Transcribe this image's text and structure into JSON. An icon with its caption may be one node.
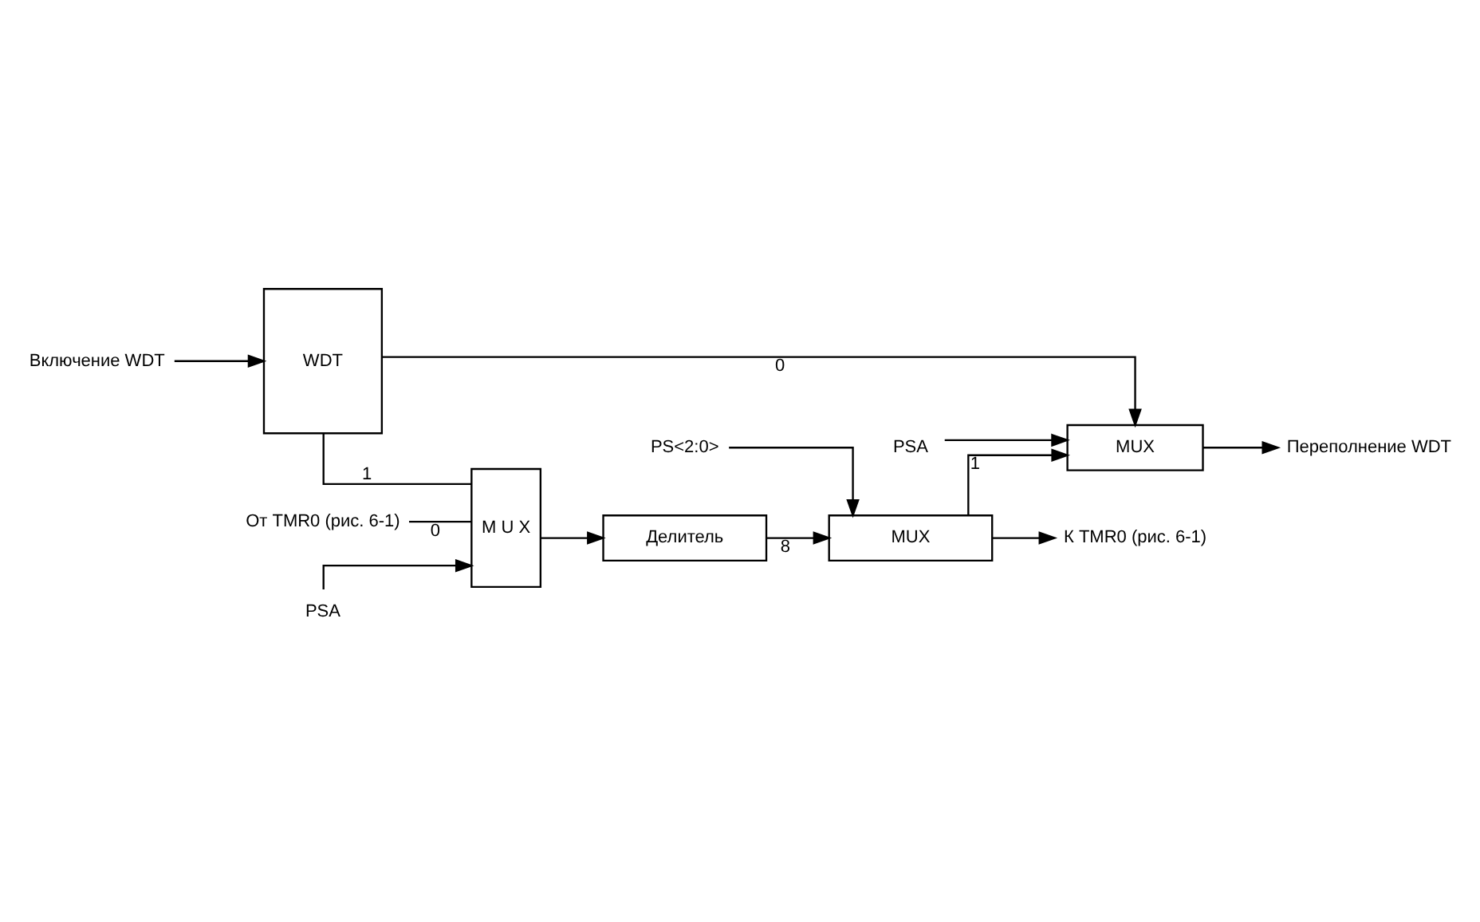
{
  "diagram": {
    "nodes": [
      {
        "text": [
          "WDT"
        ]
      },
      {
        "text": [
          "Включение WDT"
        ]
      },
      {
        "text": [
          "От TMR0 (рис. 6-1)"
        ]
      },
      {
        "text": [
          "M U X"
        ]
      },
      {
        "text": [
          "PSA"
        ]
      },
      {
        "text": [
          "Делитель"
        ]
      },
      {
        "text": [
          "MUX"
        ]
      },
      {
        "text": [
          "PS<2:0>"
        ]
      },
      {
        "text": [
          "К TMR0 (рис. 6-1)"
        ]
      },
      {
        "text": [
          "MUX"
        ]
      },
      {
        "text": [
          "PSA"
        ]
      },
      {
        "text": [
          "Переполнение WDT"
        ]
      }
    ],
    "edges": [
      {
        "from": 1,
        "to": 0,
        "arrow": "to"
      },
      {
        "from": 2,
        "to": 3,
        "arrow": "none",
        "label": "0"
      },
      {
        "from": 0,
        "to": 3,
        "arrow": "none",
        "label": "1"
      },
      {
        "from": 4,
        "to": 3,
        "arrow": "to"
      },
      {
        "from": 3,
        "to": 5,
        "arrow": "to"
      },
      {
        "from": 5,
        "to": 6,
        "arrow": "to",
        "label": "8"
      },
      {
        "from": 7,
        "to": 6,
        "arrow": "to"
      },
      {
        "from": 6,
        "to": 8,
        "arrow": "to"
      },
      {
        "from": 6,
        "to": 9,
        "arrow": "to",
        "label": "1"
      },
      {
        "from": 0,
        "to": 9,
        "arrow": "to",
        "label": "0"
      },
      {
        "from": 10,
        "to": 9,
        "arrow": "to"
      },
      {
        "from": 9,
        "to": 11,
        "arrow": "to"
      }
    ]
  }
}
